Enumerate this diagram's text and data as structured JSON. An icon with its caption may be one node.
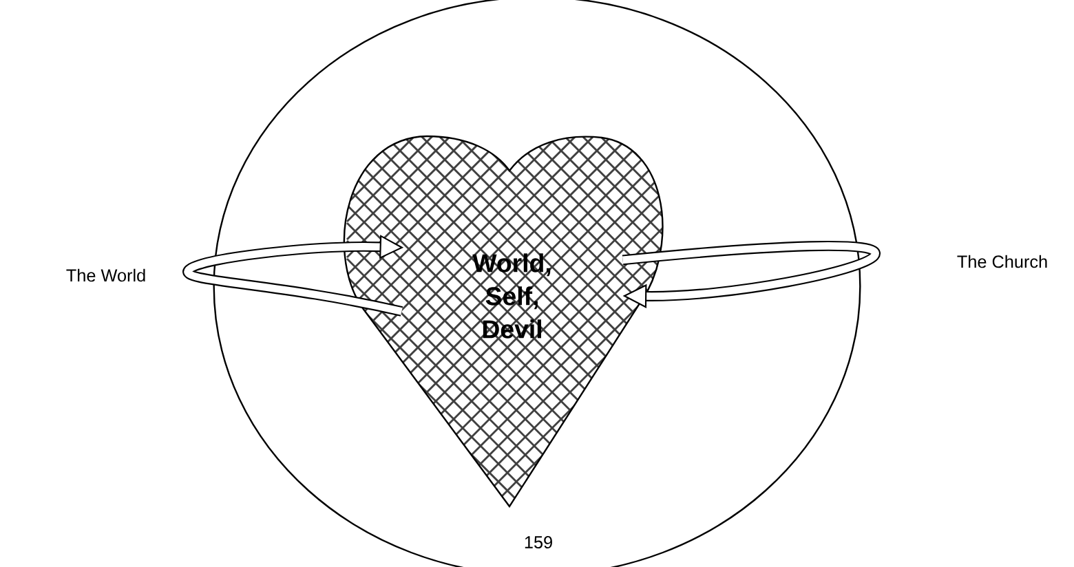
{
  "diagram": {
    "nodes": [
      {
        "text": [],
        "shape": "circle"
      },
      {
        "text": [
          "World, Self, Devil"
        ],
        "in": 0
      }
    ],
    "edges": [
      {
        "from": 1,
        "to": 1,
        "arrow": "to"
      },
      {
        "from": 1,
        "to": 1,
        "arrow": "to"
      }
    ],
    "labels": [
      "The World",
      "The Church",
      "159"
    ]
  }
}
